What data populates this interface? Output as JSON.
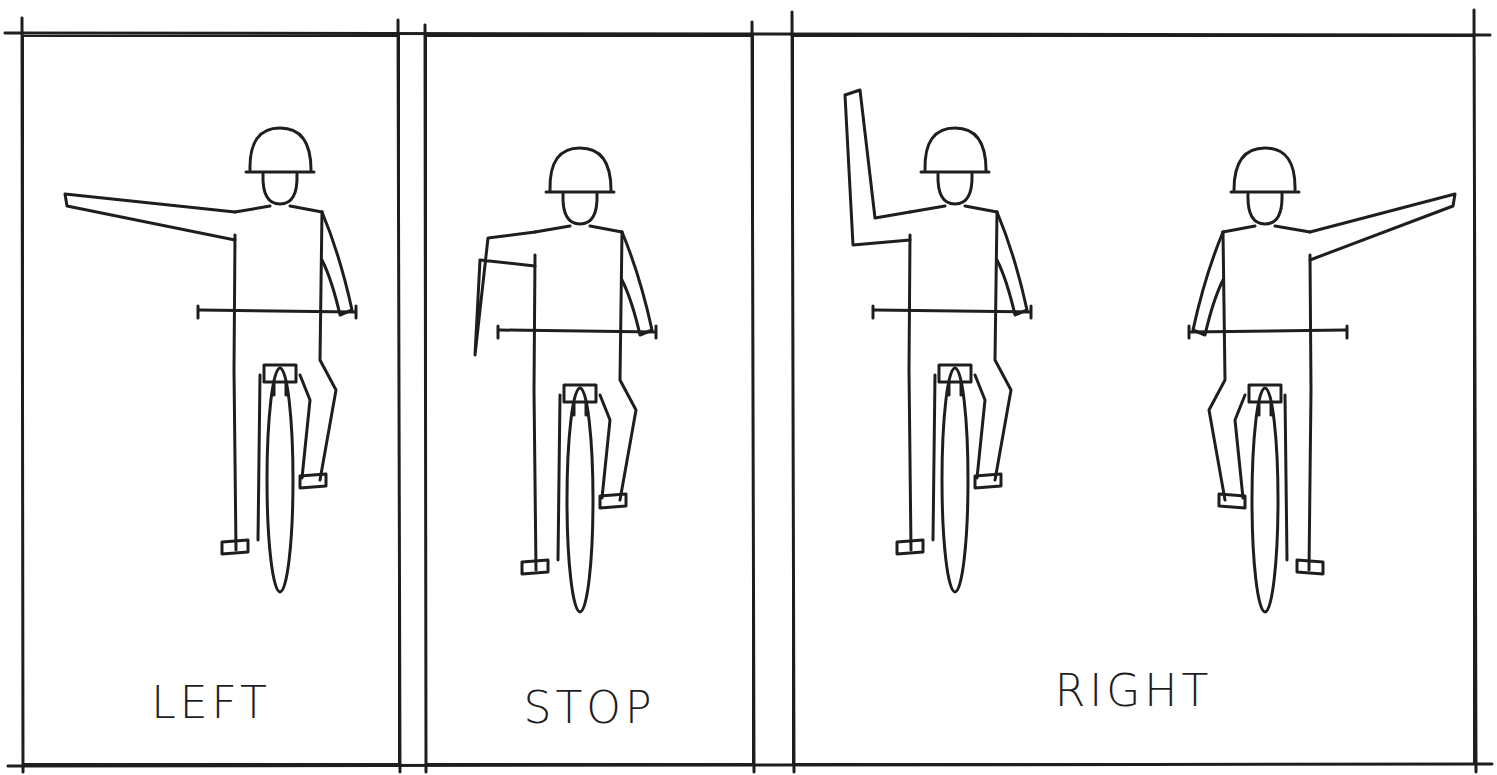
{
  "diagram": {
    "nodes": [
      {
        "text": [
          "LEFT"
        ]
      },
      {
        "text": [
          "STOP"
        ]
      },
      {
        "text": [
          "RIGHT"
        ]
      }
    ]
  }
}
